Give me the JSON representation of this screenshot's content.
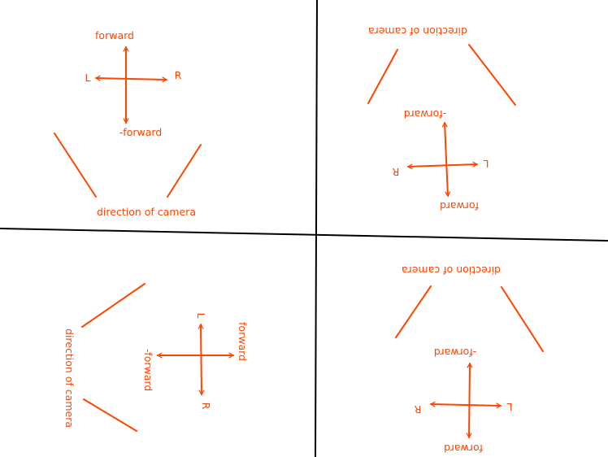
{
  "diagram": {
    "ink_color": "#ff4500",
    "divider_color": "#000000",
    "quadrants": [
      {
        "id": "top-left",
        "rotation_deg": 0,
        "labels": {
          "forward": "forward",
          "neg_forward": "-forward",
          "left": "L",
          "right": "R",
          "camera": "direction of camera"
        }
      },
      {
        "id": "top-right",
        "rotation_deg": 180,
        "labels": {
          "forward": "forward",
          "neg_forward": "-forward",
          "left": "L",
          "right": "R",
          "camera": "direction of camera"
        }
      },
      {
        "id": "bottom-left",
        "rotation_deg": 90,
        "labels": {
          "forward": "forward",
          "neg_forward": "-forward",
          "left": "L",
          "right": "R",
          "camera": "direction of camera"
        }
      },
      {
        "id": "bottom-right",
        "rotation_deg": 180,
        "labels": {
          "forward": "forward",
          "neg_forward": "-forward",
          "left": "L",
          "right": "R",
          "camera": "direction of camera"
        }
      }
    ]
  }
}
